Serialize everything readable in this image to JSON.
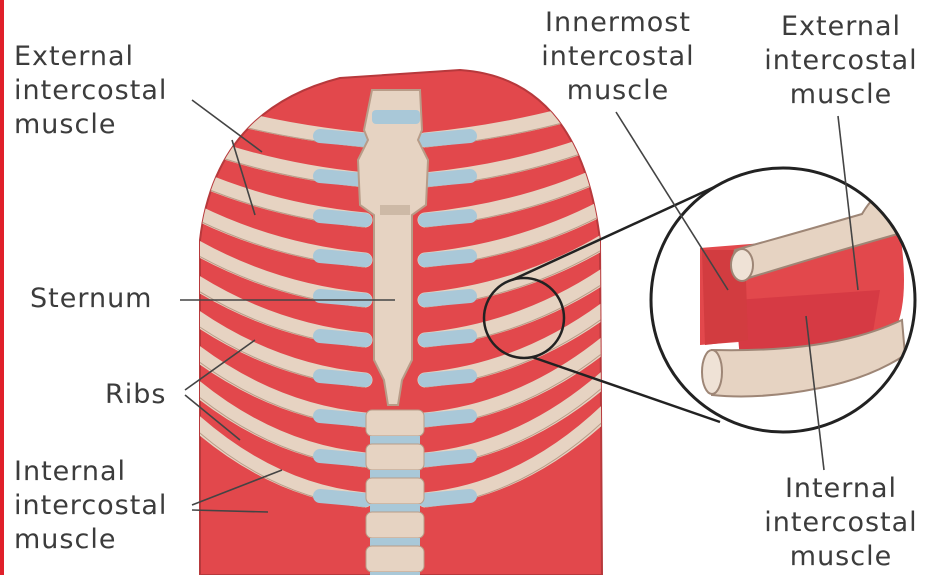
{
  "labels": {
    "external_left": [
      "External",
      "intercostal",
      "muscle"
    ],
    "sternum": "Sternum",
    "ribs": "Ribs",
    "internal_left": [
      "Internal",
      "intercostal",
      "muscle"
    ],
    "innermost_top": [
      "Innermost",
      "intercostal",
      "muscle"
    ],
    "external_right": [
      "External",
      "intercostal",
      "muscle"
    ],
    "internal_right": [
      "Internal",
      "intercostal",
      "muscle"
    ]
  },
  "colors": {
    "muscle": "#e2484c",
    "muscle_dark": "#c93439",
    "bone": "#e6d3c2",
    "bone_edge": "#b89c88",
    "cartilage": "#a9c8d8",
    "outline": "#3a3a3a",
    "frame_red": "#e0202a"
  }
}
